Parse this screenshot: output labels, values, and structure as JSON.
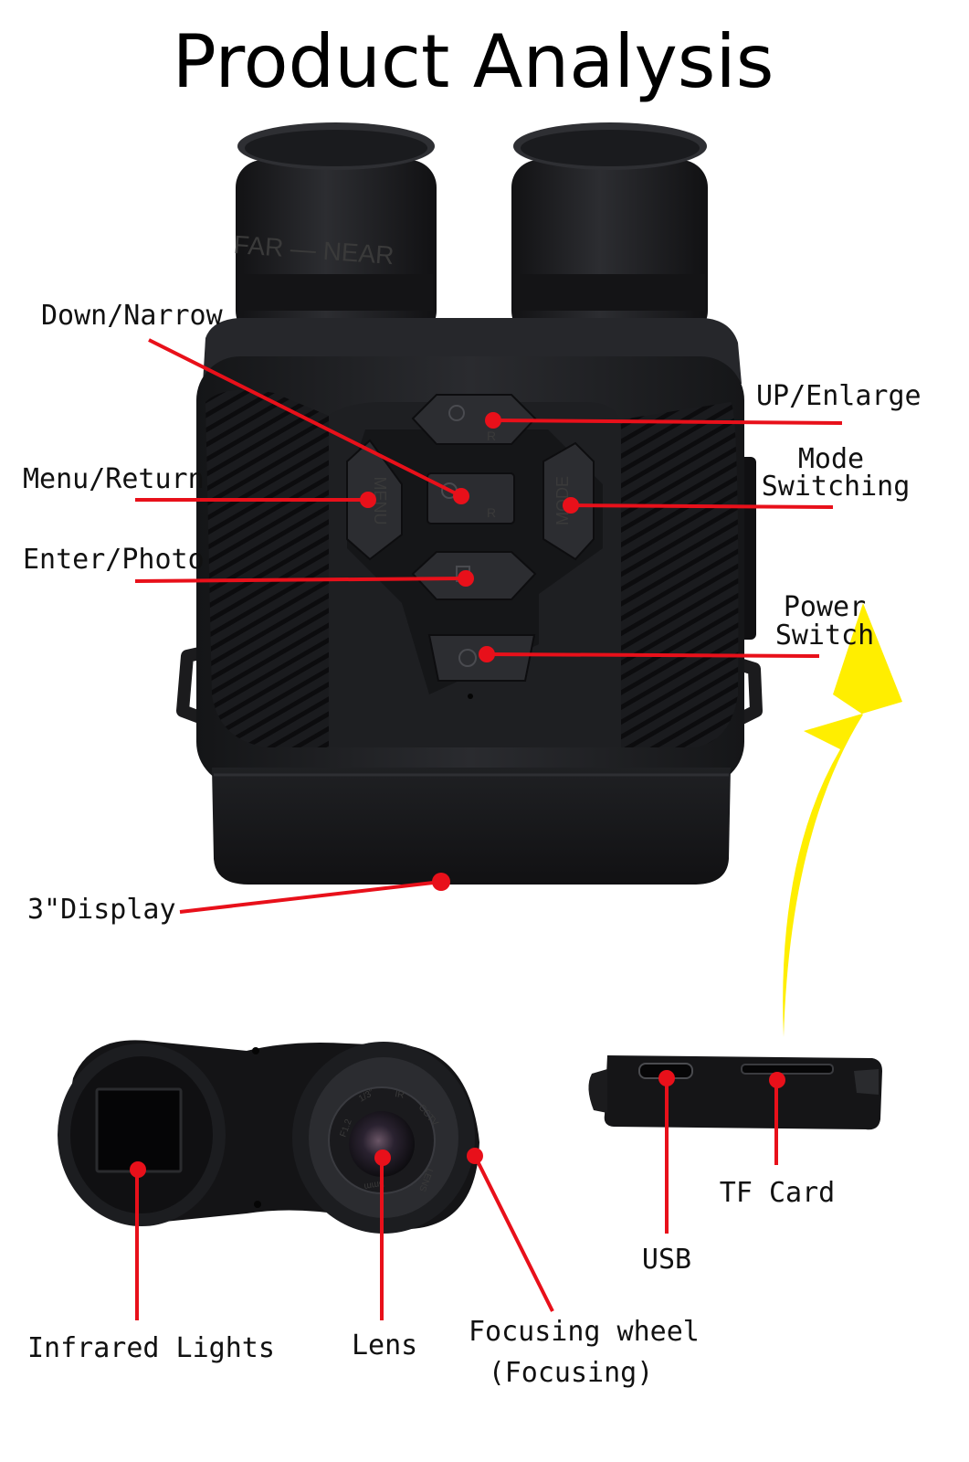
{
  "title": "Product Analysis",
  "device": {
    "eyepiece_text": "FAR — NEAR",
    "button_menu": "MENU",
    "button_mode": "MODE",
    "button_r": "R",
    "lens_ring_text_1": "F1.2",
    "lens_ring_text_2": "1/3\"",
    "lens_ring_text_3": "IR",
    "lens_ring_text_4": "CCTV",
    "lens_ring_text_5": "LENS",
    "lens_ring_text_6": "5mm"
  },
  "callouts": {
    "down_narrow": "Down/Narrow",
    "up_enlarge": "UP/Enlarge",
    "menu_return": "Menu/Return",
    "mode_switching_1": "Mode",
    "mode_switching_2": "Switching",
    "enter_photo": "Enter/Photo",
    "power_switch_1": "Power",
    "power_switch_2": "Switch",
    "display": "3\"Display",
    "infrared_lights": "Infrared Lights",
    "lens": "Lens",
    "focusing_wheel_1": "Focusing wheel",
    "focusing_wheel_2": "(Focusing)",
    "usb": "USB",
    "tf_card": "TF Card"
  },
  "colors": {
    "callout_line": "#e8101a",
    "arrow": "#ffee00",
    "body": "#1c1d20"
  }
}
